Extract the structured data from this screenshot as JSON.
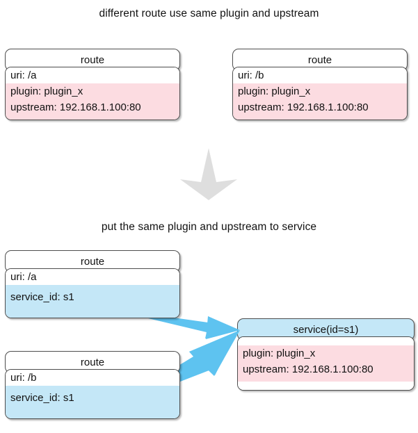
{
  "captions": {
    "top": "different route use same plugin and upstream",
    "bottom": "put the same plugin and upstream to service"
  },
  "colors": {
    "plugin_band": "#fcdce1",
    "service_band": "#c4e7f7",
    "arrow_blue": "#5ec3f0",
    "arrow_gray": "#dedede",
    "border": "#4d4d4d",
    "text": "#111111"
  },
  "nodes": {
    "route_a_top": {
      "header": "route",
      "uri": "uri: /a",
      "plugin": "plugin: plugin_x",
      "upstream": "upstream: 192.168.1.100:80"
    },
    "route_b_top": {
      "header": "route",
      "uri": "uri: /b",
      "plugin": "plugin: plugin_x",
      "upstream": "upstream: 192.168.1.100:80"
    },
    "route_a_bottom": {
      "header": "route",
      "uri": "uri: /a",
      "service_id": "service_id: s1"
    },
    "route_b_bottom": {
      "header": "route",
      "uri": "uri: /b",
      "service_id": "service_id: s1"
    },
    "service": {
      "header": "service(id=s1)",
      "plugin": "plugin: plugin_x",
      "upstream": "upstream: 192.168.1.100:80"
    }
  },
  "arrows": {
    "transform_down": "down-arrow",
    "route_a_to_service": "route-a-to-service-arrow",
    "route_b_to_service": "route-b-to-service-arrow"
  }
}
